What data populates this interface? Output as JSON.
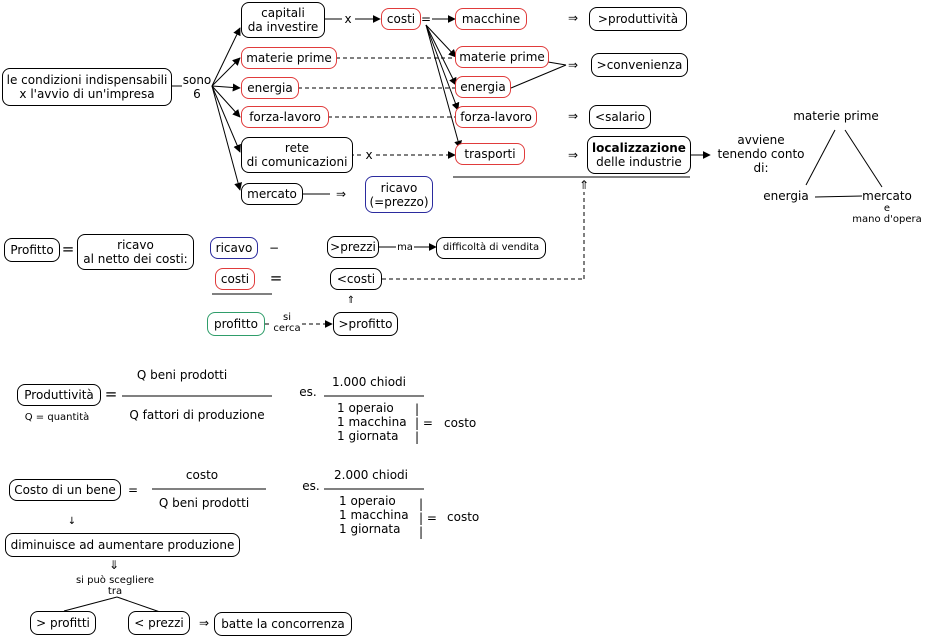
{
  "map": {
    "impresa": "le condizioni indispensabili\nx l'avvio di un'impresa",
    "sono": "sono\n6",
    "capitali": "capitali\nda investire",
    "materie_prime": "materie prime",
    "energia": "energia",
    "forza_lavoro": "forza-lavoro",
    "rete": "rete\ndi comunicazioni",
    "mercato": "mercato",
    "ricavo_prezzo": "ricavo\n(=prezzo)",
    "costi": "costi",
    "macchine": "macchine",
    "materie_prime_2": "materie prime",
    "energia_2": "energia",
    "forza_lavoro_2": "forza-lavoro",
    "trasporti": "trasporti",
    "produttivita": ">produttività",
    "convenienza": ">convenienza",
    "salario": "<salario",
    "localizzazione_bold": "localizzazione",
    "localizzazione_rest": "delle industrie",
    "avviene": "avviene\ntenendo conto\ndi:",
    "tri_top": "materie prime",
    "tri_left": "energia",
    "tri_right": "mercato",
    "tri_right_sub": "e\nmano d'opera",
    "x1": "x",
    "x2": "x",
    "eq": "=",
    "implies": "⇒",
    "implies_up": "⇑"
  },
  "profit": {
    "profitto": "Profitto",
    "eq": "=",
    "ricavo_netto": "ricavo\nal netto dei costi:",
    "ricavo": "ricavo",
    "minus": "−",
    "costi": "costi",
    "eq2": "=",
    "prezzi": ">prezzi",
    "ma": "ma",
    "difficolta": "difficoltà di vendita",
    "min_costi": "<costi",
    "up": "⇑",
    "profitto2": "profitto",
    "si_cerca": "si\ncerca",
    "max_profitto": ">profitto"
  },
  "produttivita": {
    "label": "Produttività",
    "q_note": "Q =  quantità",
    "eq": "=",
    "num": "Q beni prodotti",
    "den": "Q fattori di produzione",
    "es": "es.",
    "ex_num": "1.000 chiodi",
    "ex_den": "1 operaio\n1 macchina\n1 giornata",
    "ex_bars": "|\n| =\n|",
    "ex_costo": "costo"
  },
  "costo": {
    "label": "Costo di un bene",
    "eq": "=",
    "num": "costo",
    "den": "Q beni prodotti",
    "es": "es.",
    "ex_num": "2.000 chiodi",
    "ex_den": "1 operaio\n1 macchina\n1 giornata",
    "ex_bars": "|\n| =\n|",
    "ex_costo": "costo",
    "down": "↓",
    "diminuisce": "diminuisce ad aumentare produzione",
    "down2": "⇓",
    "scegliere": "si può scegliere\ntra",
    "profitti": "> profitti",
    "prezzi": "< prezzi",
    "implies": "⇒",
    "batte": "batte la concorrenza"
  },
  "colors": {
    "red": "#e03b3b",
    "blue": "#2b2b9e",
    "green": "#2f9d6a"
  }
}
